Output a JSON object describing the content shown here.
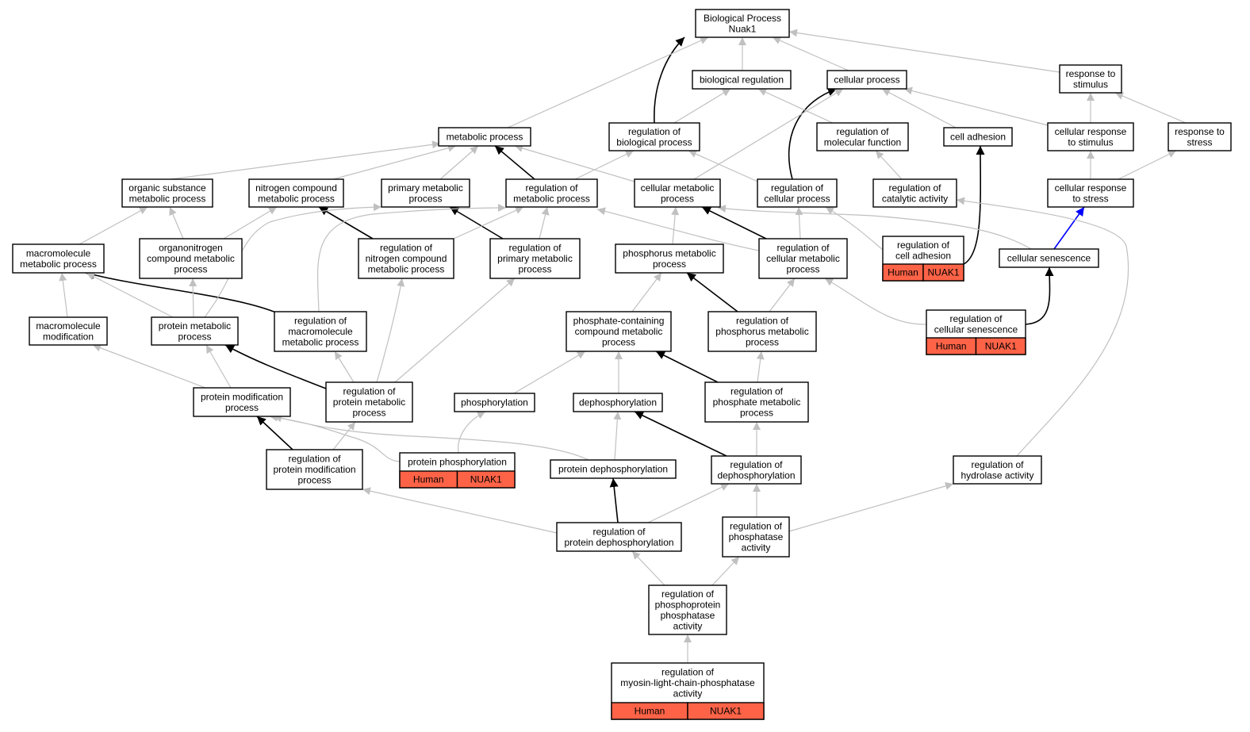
{
  "colors": {
    "edge_gray": "#c0c0c0",
    "edge_black": "#000000",
    "edge_blue": "#0000ff",
    "annotation_fill": "#ff6347"
  },
  "nodes": {
    "bp": [
      "Biological Process",
      "Nuak1"
    ],
    "breg": [
      "biological regulation"
    ],
    "cp": [
      "cellular process"
    ],
    "rts": [
      "response to",
      "stimulus"
    ],
    "mp": [
      "metabolic process"
    ],
    "rbp": [
      "regulation of",
      "biological process"
    ],
    "rmf": [
      "regulation of",
      "molecular function"
    ],
    "ca": [
      "cell adhesion"
    ],
    "crs": [
      "cellular response",
      "to stimulus"
    ],
    "rtst": [
      "response to",
      "stress"
    ],
    "osmp": [
      "organic substance",
      "metabolic process"
    ],
    "ncmp": [
      "nitrogen compound",
      "metabolic process"
    ],
    "pmp": [
      "primary metabolic",
      "process"
    ],
    "rmp": [
      "regulation of",
      "metabolic process"
    ],
    "cmp": [
      "cellular metabolic",
      "process"
    ],
    "rcp": [
      "regulation of",
      "cellular process"
    ],
    "rca": [
      "regulation of",
      "catalytic activity"
    ],
    "crst": [
      "cellular response",
      "to stress"
    ],
    "mmp": [
      "macromolecule",
      "metabolic process"
    ],
    "oncmp": [
      "organonitrogen",
      "compound metabolic",
      "process"
    ],
    "rncmp": [
      "regulation of",
      "nitrogen compound",
      "metabolic process"
    ],
    "rpmp": [
      "regulation of",
      "primary metabolic",
      "process"
    ],
    "phmp": [
      "phosphorus metabolic",
      "process"
    ],
    "rcmp": [
      "regulation of",
      "cellular metabolic",
      "process"
    ],
    "rcad": [
      "regulation of",
      "cell adhesion"
    ],
    "cs": [
      "cellular senescence"
    ],
    "mm": [
      "macromolecule",
      "modification"
    ],
    "prmp": [
      "protein metabolic",
      "process"
    ],
    "rmmp": [
      "regulation of",
      "macromolecule",
      "metabolic process"
    ],
    "pccmp": [
      "phosphate-containing",
      "compound metabolic",
      "process"
    ],
    "rphmp": [
      "regulation of",
      "phosphorus metabolic",
      "process"
    ],
    "rcs": [
      "regulation of",
      "cellular senescence"
    ],
    "pmod": [
      "protein modification",
      "process"
    ],
    "rprmp": [
      "regulation of",
      "protein metabolic",
      "process"
    ],
    "phos": [
      "phosphorylation"
    ],
    "dephos": [
      "dephosphorylation"
    ],
    "rphamp": [
      "regulation of",
      "phosphate metabolic",
      "process"
    ],
    "rpmod": [
      "regulation of",
      "protein modification",
      "process"
    ],
    "pphos": [
      "protein phosphorylation"
    ],
    "pdephos": [
      "protein dephosphorylation"
    ],
    "rdephos": [
      "regulation of",
      "dephosphorylation"
    ],
    "rha": [
      "regulation of",
      "hydrolase activity"
    ],
    "rpdephos": [
      "regulation of",
      "protein dephosphorylation"
    ],
    "rpa": [
      "regulation of",
      "phosphatase",
      "activity"
    ],
    "rppa": [
      "regulation of",
      "phosphoprotein",
      "phosphatase",
      "activity"
    ],
    "rmlcpa": [
      "regulation of",
      "myosin-light-chain-phosphatase",
      "activity"
    ]
  },
  "annotations": {
    "rcad": [
      "Human",
      "NUAK1"
    ],
    "rcs": [
      "Human",
      "NUAK1"
    ],
    "pphos": [
      "Human",
      "NUAK1"
    ],
    "rmlcpa": [
      "Human",
      "NUAK1"
    ]
  }
}
